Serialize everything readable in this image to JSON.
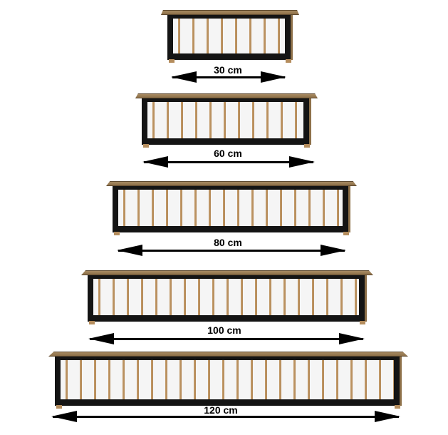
{
  "colors": {
    "background": "#ffffff",
    "wood": "#a78a62",
    "body": "#141414",
    "bar": "#c29a68",
    "arrow": "#000000"
  },
  "sizes": [
    {
      "label": "30 cm"
    },
    {
      "label": "60 cm"
    },
    {
      "label": "80 cm"
    },
    {
      "label": "100 cm"
    },
    {
      "label": "120 cm"
    }
  ]
}
